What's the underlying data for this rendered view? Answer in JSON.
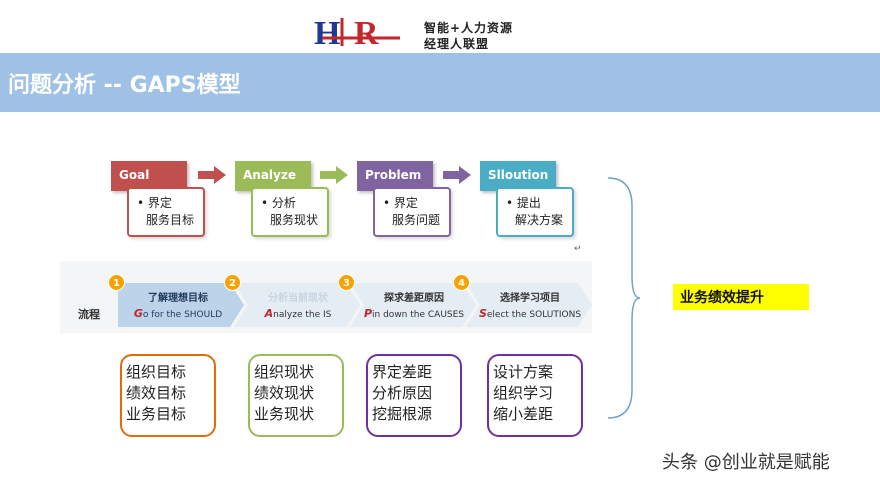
{
  "logo": {
    "mark": "HR",
    "line1": "智能+人力资源",
    "line2": "经理人联盟"
  },
  "title": "问题分析 -- GAPS模型",
  "colors": {
    "title_bar": "#9fc1e5",
    "goal": "#c0504d",
    "analyze": "#9bbb59",
    "problem": "#8064a2",
    "solution": "#4bacc6",
    "bottom_1": "#e36c09",
    "bottom_2": "#9bbb59",
    "bottom_3": "#7030a0",
    "bottom_4": "#7030a0",
    "step_number": "#f6a200",
    "highlight": "#ffff00"
  },
  "stages": [
    {
      "head": "Goal",
      "line1": "界定",
      "line2": "服务目标"
    },
    {
      "head": "Analyze",
      "line1": "分析",
      "line2": "服务现状"
    },
    {
      "head": "Problem",
      "line1": "界定",
      "line2": "服务问题"
    },
    {
      "head": "Slloution",
      "line1": "提出",
      "line2": "解决方案"
    }
  ],
  "process": {
    "label": "流程",
    "steps": [
      {
        "num": "1",
        "cn": "了解理想目标",
        "initial": "G",
        "en_rest": "o for the SHOULD"
      },
      {
        "num": "2",
        "cn": "分析当前现状",
        "initial": "A",
        "en_rest": "nalyze the IS"
      },
      {
        "num": "3",
        "cn": "探求差距原因",
        "initial": "P",
        "en_rest": "in down the CAUSES"
      },
      {
        "num": "4",
        "cn": "选择学习项目",
        "initial": "S",
        "en_rest": "elect the SOLUTIONS"
      }
    ]
  },
  "bottom_boxes": [
    {
      "lines": [
        "组织目标",
        "绩效目标",
        "业务目标"
      ]
    },
    {
      "lines": [
        "组织现状",
        "绩效现状",
        "业务现状"
      ]
    },
    {
      "lines": [
        "界定差距",
        "分析原因",
        "挖掘根源"
      ]
    },
    {
      "lines": [
        "设计方案",
        "组织学习",
        "缩小差距"
      ]
    }
  ],
  "result": "业务绩效提升",
  "hook_mark": "↵",
  "watermark": "头条 @创业就是赋能"
}
